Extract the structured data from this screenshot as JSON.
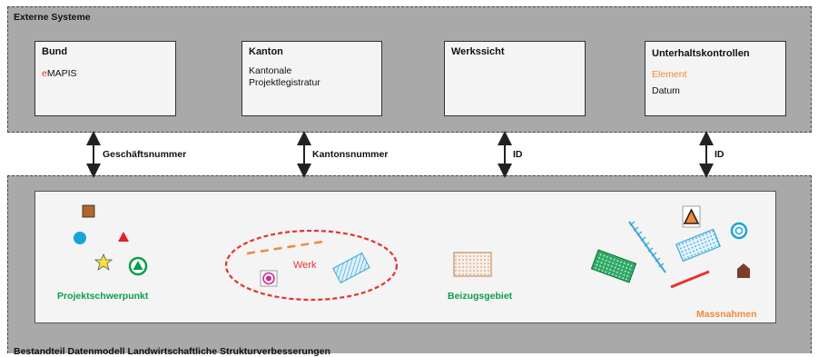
{
  "external": {
    "title": "Externe Systeme",
    "cards": [
      {
        "title": "Bund",
        "line1_prefix": "e",
        "line1_rest": "MAPIS"
      },
      {
        "title": "Kanton",
        "line1": "Kantonale",
        "line2": "Projektlegistratur"
      },
      {
        "title": "Werkssicht"
      },
      {
        "title": "Unterhaltskontrollen",
        "line1": "Element",
        "line2": "Datum"
      }
    ]
  },
  "links": [
    "Geschäftsnummer",
    "Kantonsnummer",
    "ID",
    "ID"
  ],
  "model": {
    "title": "Bestandteil Datenmodell Landwirtschaftliche Strukturverbesserungen",
    "groups": {
      "projekt": "Projektschwerpunkt",
      "werk": "Werk",
      "beizug": "Beizugsgebiet",
      "massnahmen": "Massnahmen"
    }
  },
  "colors": {
    "panel": "#a9a9a9",
    "card": "#f4f4f4",
    "green": "#0a9d4a",
    "orange": "#f08a3a",
    "red": "#e8322b",
    "blue": "#3aa6d8"
  }
}
